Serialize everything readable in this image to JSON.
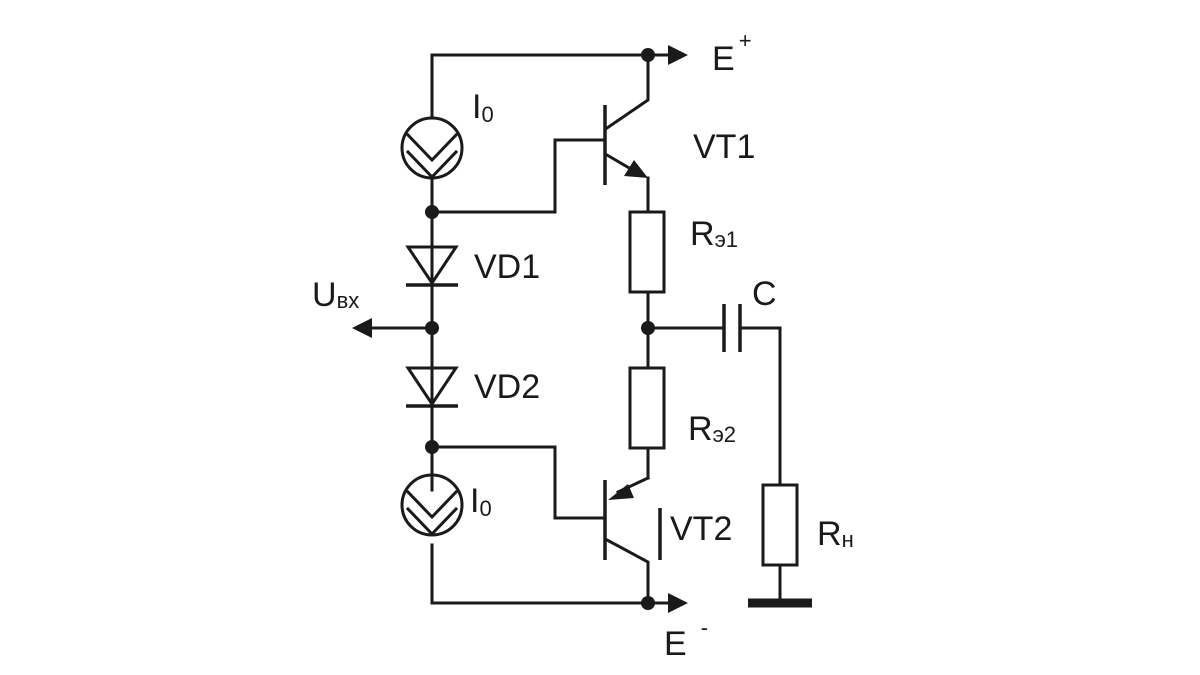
{
  "diagram": {
    "supply_positive": {
      "letter": "E",
      "sign": "+"
    },
    "supply_negative": {
      "letter": "E",
      "sign": "-"
    },
    "current_source_top": {
      "letter": "I",
      "sub": "0"
    },
    "current_source_bottom": {
      "letter": "I",
      "sub": "0"
    },
    "transistor_top": "VT1",
    "transistor_bottom": "VT2",
    "diode_top": "VD1",
    "diode_bottom": "VD2",
    "resistor_emitter_top": {
      "letter": "R",
      "sub": "э1"
    },
    "resistor_emitter_bottom": {
      "letter": "R",
      "sub": "э2"
    },
    "capacitor": "C",
    "load_resistor": {
      "letter": "R",
      "sub": "н"
    },
    "input": {
      "letter": "U",
      "sub": "вх"
    }
  },
  "colors": {
    "ink": "#1a1a1a",
    "background": "#ffffff"
  }
}
